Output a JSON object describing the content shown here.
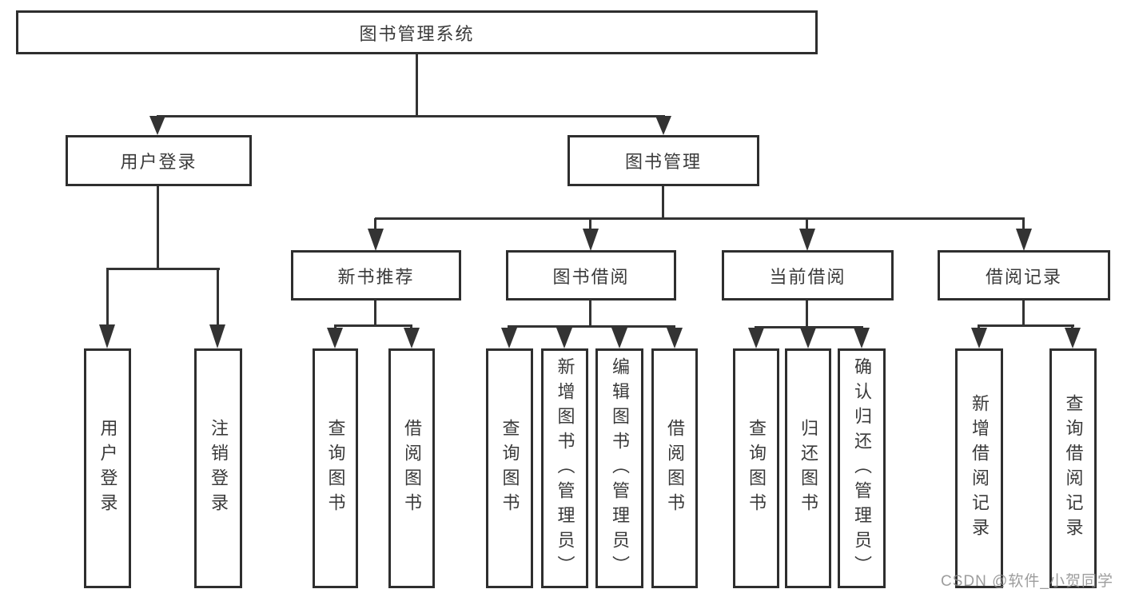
{
  "diagram": {
    "root": {
      "label": "图书管理系统",
      "children": [
        {
          "label": "用户登录",
          "children": [
            {
              "label": "用户登录"
            },
            {
              "label": "注销登录"
            }
          ]
        },
        {
          "label": "图书管理",
          "children": [
            {
              "label": "新书推荐",
              "children": [
                {
                  "label": "查询图书"
                },
                {
                  "label": "借阅图书"
                }
              ]
            },
            {
              "label": "图书借阅",
              "children": [
                {
                  "label": "查询图书"
                },
                {
                  "label": "新增图书（管理员）"
                },
                {
                  "label": "编辑图书（管理员）"
                },
                {
                  "label": "借阅图书"
                }
              ]
            },
            {
              "label": "当前借阅",
              "children": [
                {
                  "label": "查询图书"
                },
                {
                  "label": "归还图书"
                },
                {
                  "label": "确认归还（管理员）"
                }
              ]
            },
            {
              "label": "借阅记录",
              "children": [
                {
                  "label": "新增借阅记录"
                },
                {
                  "label": "查询借阅记录"
                }
              ]
            }
          ]
        }
      ]
    }
  },
  "watermark": {
    "text": "CSDN @软件_小贺同学",
    "color": "#8c8c8c"
  },
  "colors": {
    "line": "#333333",
    "box_border": "#2e2e2e",
    "text": "#3a3a3a",
    "background": "#ffffff"
  }
}
